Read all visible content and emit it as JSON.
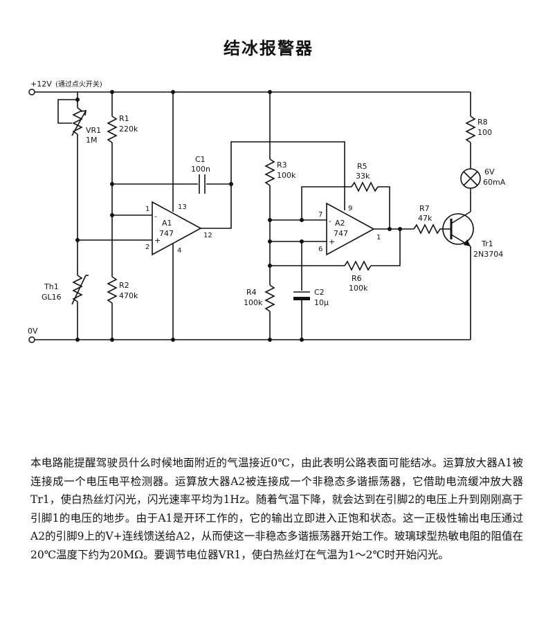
{
  "title": "结冰报警器",
  "labels": {
    "supply": "+12V",
    "supply_note": "(通过点火开关)",
    "ground": "0V",
    "vr1_name": "VR1",
    "vr1_value": "1M",
    "r1_name": "R1",
    "r1_value": "220k",
    "r2_name": "R2",
    "r2_value": "470k",
    "th1_name": "Th1",
    "th1_value": "GL16",
    "c1_name": "C1",
    "c1_value": "100n",
    "a1_name": "A1",
    "a1_model": "747",
    "a1_pin1": "1",
    "a1_pin2": "2",
    "a1_pin13": "13",
    "a1_pin12": "12",
    "a1_pin4": "4",
    "a1_minus": "-",
    "a1_plus": "+",
    "r3_name": "R3",
    "r3_value": "100k",
    "r4_name": "R4",
    "r4_value": "100k",
    "c2_name": "C2",
    "c2_value": "10μ",
    "r5_name": "R5",
    "r5_value": "33k",
    "r6_name": "R6",
    "r6_value": "100k",
    "a2_name": "A2",
    "a2_model": "747",
    "a2_pin7": "7",
    "a2_pin6": "6",
    "a2_pin9": "9",
    "a2_pin1": "1",
    "a2_minus": "-",
    "a2_plus": "+",
    "r7_name": "R7",
    "r7_value": "47k",
    "r8_name": "R8",
    "r8_value": "100",
    "lamp_voltage": "6V",
    "lamp_current": "60mA",
    "tr1_name": "Tr1",
    "tr1_model": "2N3704"
  },
  "description": "本电路能提醒驾驶员什么时候地面附近的气温接近0℃，由此表明公路表面可能结冰。运算放大器A1被连接成一个电压电平检测器。运算放大器A2被连接成一个非稳态多谐振荡器，它借助电流缓冲放大器Tr1，使白热丝灯闪光，闪光速率平均为1Hz。随着气温下降，就会达到在引脚2的电压上升到刚刚高于引脚1的电压的地步。由于A1是开环工作的，它的输出立即进入正饱和状态。这一正极性输出电压通过A2的引脚9上的V+连线馈送给A2，从而使这一非稳态多谐振荡器开始工作。玻璃球型热敏电阻的阻值在20℃温度下约为20MΩ。要调节电位器VR1，使白热丝灯在气温为1～2℃时开始闪光。"
}
